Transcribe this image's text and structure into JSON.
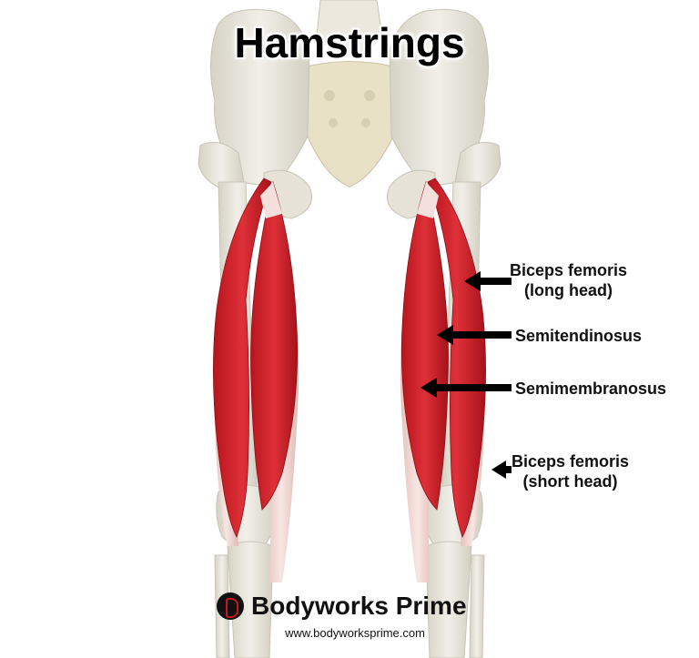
{
  "title": "Hamstrings",
  "labels": {
    "biceps_long": [
      "Biceps femoris",
      "(long head)"
    ],
    "semitendinosus": "Semitendinosus",
    "semimembranosus": "Semimembranosus",
    "biceps_short": [
      "Biceps femoris",
      "(short head)"
    ]
  },
  "brand": {
    "name": "Bodyworks Prime",
    "url": "www.bodyworksprime.com"
  },
  "colors": {
    "muscle": "#c8202a",
    "muscle_dark": "#9e141c",
    "tendon": "#f0d6d2",
    "bone": "#e9e6dc",
    "bone_shadow": "#cfcabb",
    "sacrum": "#e8e0c4"
  }
}
